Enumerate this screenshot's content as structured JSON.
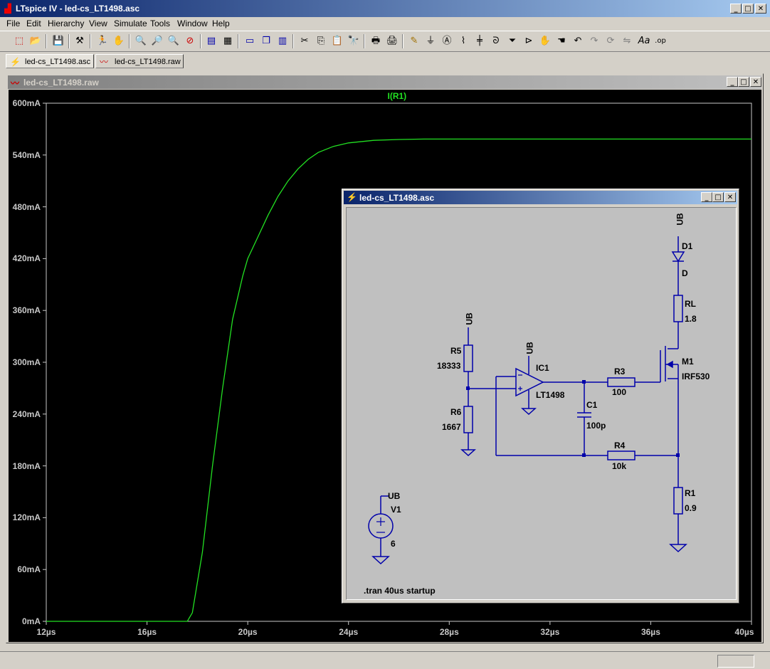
{
  "window": {
    "title": "LTspice IV - led-cs_LT1498.asc",
    "minimize": "_",
    "maximize": "□",
    "close": "✕"
  },
  "menu": [
    "File",
    "Edit",
    "Hierarchy",
    "View",
    "Simulate",
    "Tools",
    "Window",
    "Help"
  ],
  "toolbar_icons": [
    "new-schematic",
    "open",
    "save",
    "control-panel",
    "run",
    "halt",
    "zoom-in",
    "zoom-out-pan",
    "zoom-out",
    "zoom-cancel",
    "autorange",
    "view-grid",
    "tile-horizontal",
    "cascade",
    "tile-vertical",
    "cut",
    "copy",
    "paste",
    "find",
    "print-preview",
    "print",
    "draw-wire",
    "ground",
    "label-net",
    "resistor",
    "capacitor",
    "inductor",
    "diode",
    "component",
    "move",
    "drag",
    "undo",
    "redo",
    "rotate",
    "mirror",
    "text",
    "spice-directive"
  ],
  "tabs": [
    {
      "label": "led-cs_LT1498.asc",
      "icon": "schematic-icon"
    },
    {
      "label": "led-cs_LT1498.raw",
      "icon": "waveform-icon"
    }
  ],
  "raw_window": {
    "title": "led-cs_LT1498.raw"
  },
  "chart_data": {
    "type": "line",
    "title": "",
    "series": [
      {
        "name": "I(R1)",
        "color": "#22e022",
        "x": [
          12,
          17.6,
          17.8,
          18.2,
          18.6,
          19.0,
          19.4,
          19.8,
          20.0,
          20.4,
          20.8,
          21.2,
          21.6,
          22.0,
          22.4,
          22.8,
          23.4,
          24.0,
          25.0,
          26.0,
          27.0,
          30.0,
          40.0
        ],
        "y": [
          0,
          0,
          10,
          80,
          180,
          270,
          350,
          400,
          420,
          445,
          470,
          492,
          510,
          524,
          535,
          543,
          550,
          554,
          557,
          558,
          558.5,
          558.5,
          558.5
        ]
      }
    ],
    "xlabel": "",
    "ylabel": "",
    "x_ticks": [
      "12µs",
      "16µs",
      "20µs",
      "24µs",
      "28µs",
      "32µs",
      "36µs",
      "40µs"
    ],
    "y_ticks": [
      "0mA",
      "60mA",
      "120mA",
      "180mA",
      "240mA",
      "300mA",
      "360mA",
      "420mA",
      "480mA",
      "540mA",
      "600mA"
    ],
    "xlim": [
      12,
      40
    ],
    "ylim": [
      0,
      600
    ]
  },
  "schematic_window": {
    "title": "led-cs_LT1498.asc",
    "labels": {
      "ub_top": "UB",
      "d1": "D1",
      "d": "D",
      "rl": "RL",
      "rl_val": "1.8",
      "m1": "M1",
      "irf530": "IRF530",
      "ub_left": "UB",
      "r5": "R5",
      "r5_val": "18333",
      "r6": "R6",
      "r6_val": "1667",
      "ub_op": "UB",
      "ic1": "IC1",
      "lt1498": "LT1498",
      "r3": "R3",
      "r3_val": "100",
      "c1": "C1",
      "c1_val": "100p",
      "r4": "R4",
      "r4_val": "10k",
      "r1": "R1",
      "r1_val": "0.9",
      "v1_ub": "UB",
      "v1": "V1",
      "v1_val": "6",
      "directive": ".tran 40us startup"
    }
  }
}
